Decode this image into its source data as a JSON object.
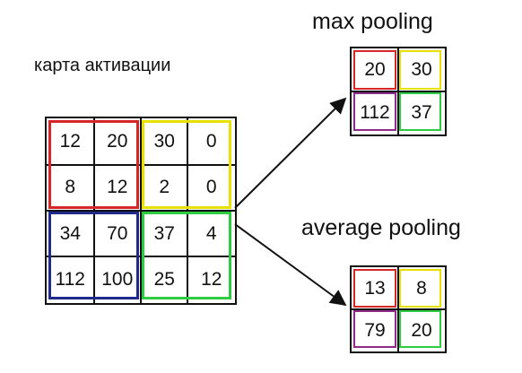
{
  "labels": {
    "activation": "карта активации",
    "max": "max pooling",
    "average": "average pooling"
  },
  "activation_map": [
    [
      "12",
      "20",
      "30",
      "0"
    ],
    [
      "8",
      "12",
      "2",
      "0"
    ],
    [
      "34",
      "70",
      "37",
      "4"
    ],
    [
      "112",
      "100",
      "25",
      "12"
    ]
  ],
  "max_pooling": [
    [
      "20",
      "30"
    ],
    [
      "112",
      "37"
    ]
  ],
  "average_pooling": [
    [
      "13",
      "8"
    ],
    [
      "79",
      "20"
    ]
  ],
  "region_colors": {
    "top_left": "#d62728",
    "top_right": "#e8e000",
    "bottom_left": "#1f2a8a",
    "bottom_right": "#2ecc40",
    "max_top_left_alt": "#8e2a8a"
  }
}
